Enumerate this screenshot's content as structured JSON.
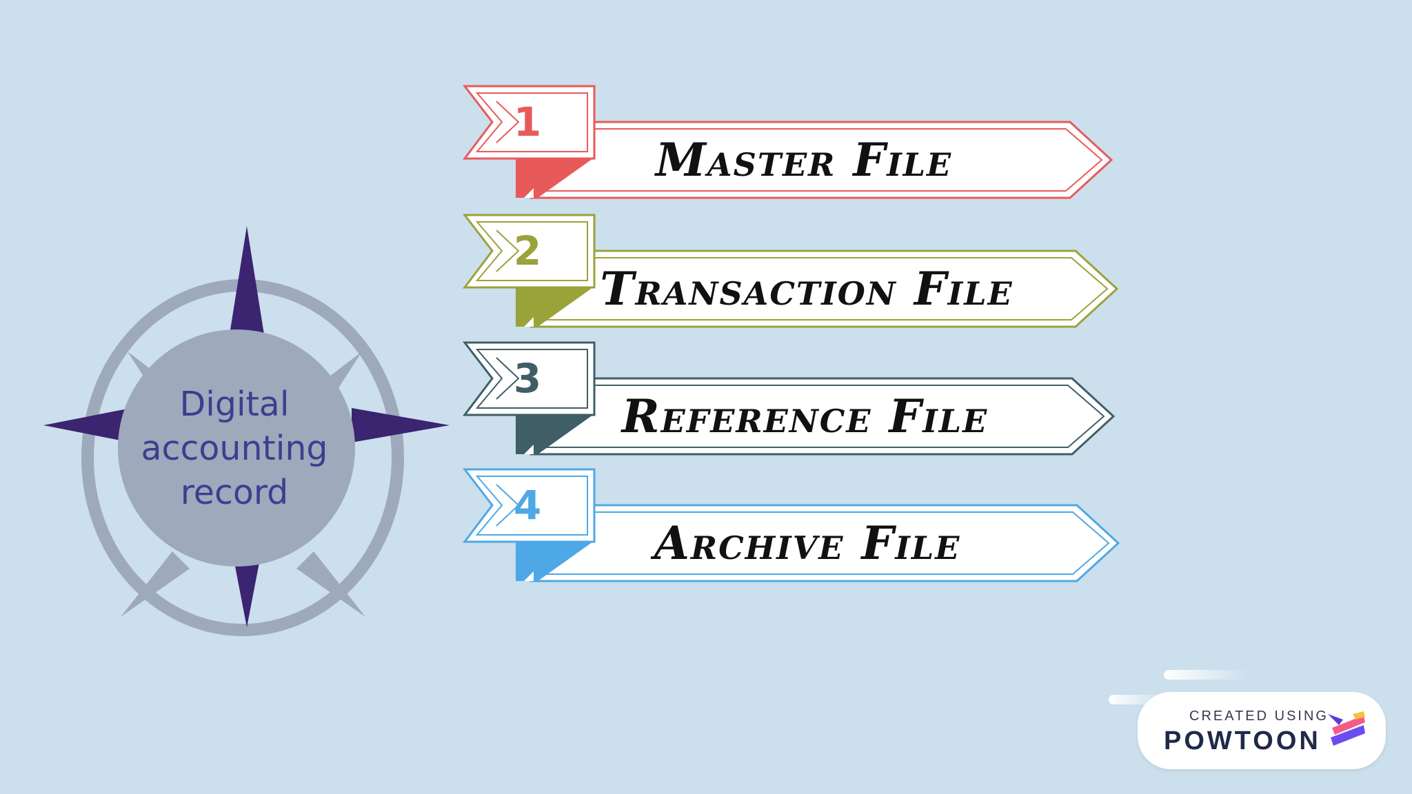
{
  "center": {
    "lines": [
      "Digital",
      "accounting",
      "record"
    ]
  },
  "banners": [
    {
      "number": "1",
      "label": "Master File",
      "color": "#e85a5a"
    },
    {
      "number": "2",
      "label": "Transaction File",
      "color": "#9aa23a"
    },
    {
      "number": "3",
      "label": "Reference File",
      "color": "#3f5e66"
    },
    {
      "number": "4",
      "label": "Archive File",
      "color": "#4ea8e6"
    }
  ],
  "watermark": {
    "line1": "CREATED USING",
    "line2": "POWTOON"
  },
  "colors": {
    "background": "#cbdfed",
    "compass_ring": "#9ea9bc",
    "compass_star": "#3b2470",
    "label_text": "#3b3f8f"
  }
}
